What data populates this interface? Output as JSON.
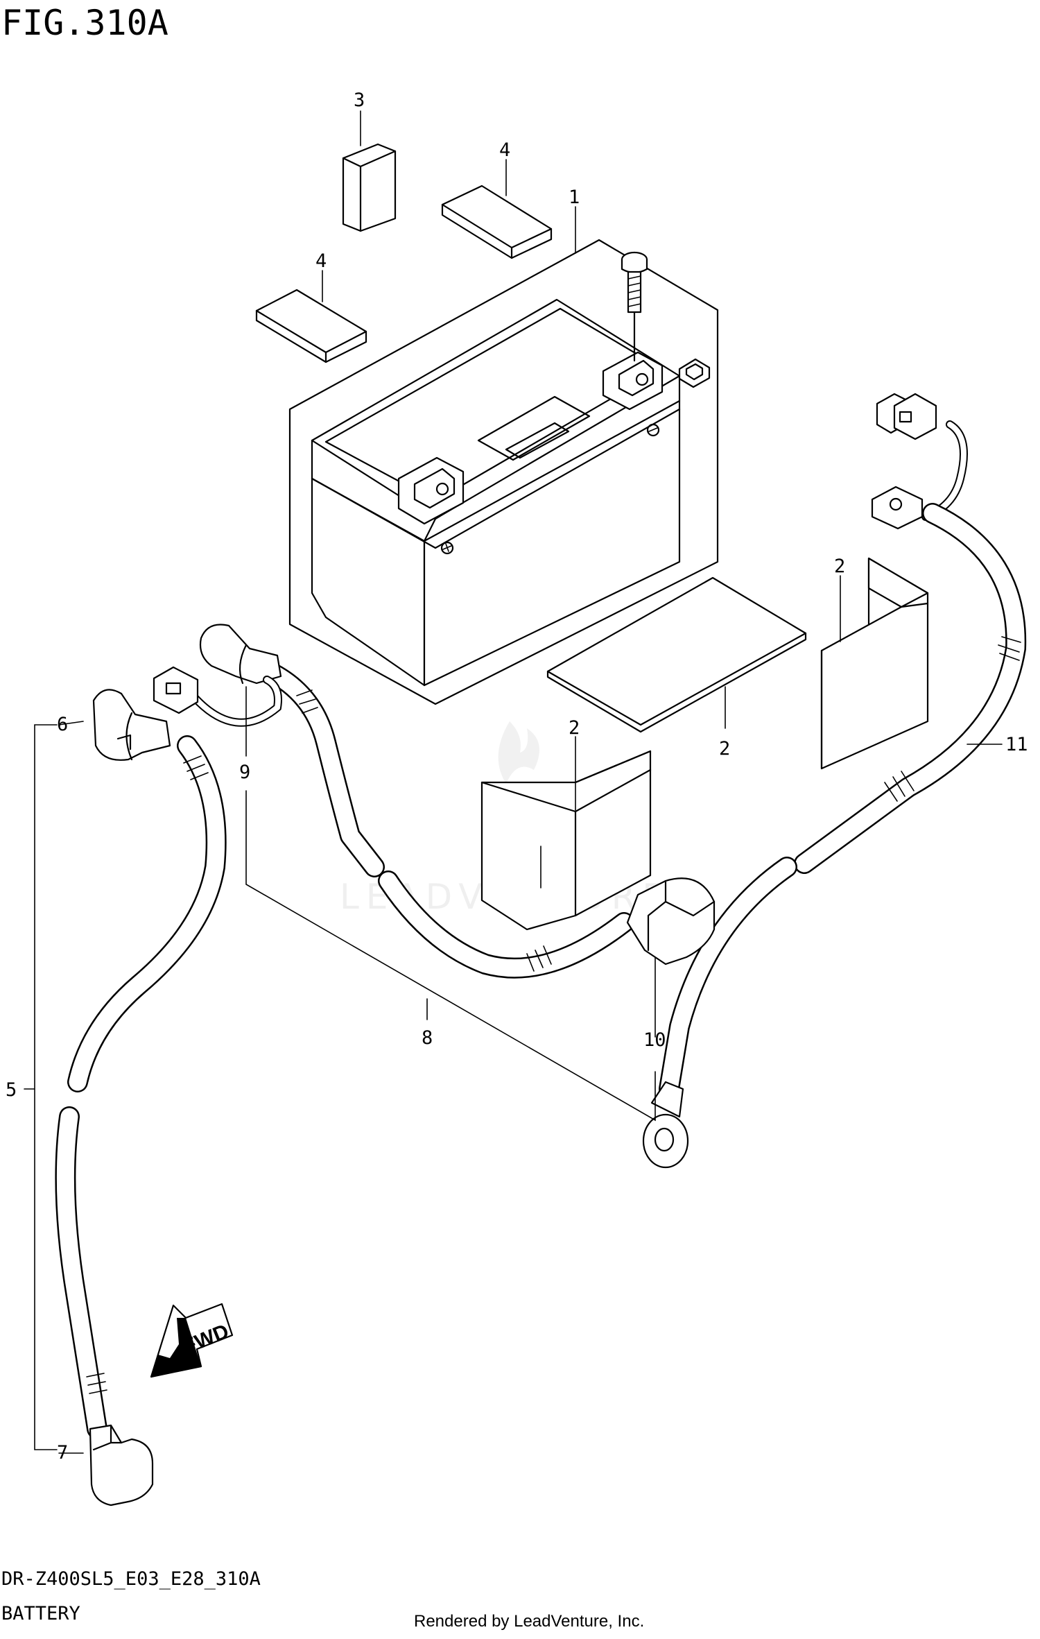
{
  "figure": {
    "title": "FIG.310A",
    "code": "DR-Z400SL5_E03_E28_310A",
    "name": "BATTERY",
    "credit": "Rendered by LeadVenture, Inc.",
    "watermark": "LEADVENTURE",
    "fwd_label": "FWD"
  },
  "callouts": [
    {
      "id": "c1",
      "text": "1"
    },
    {
      "id": "c2a",
      "text": "2"
    },
    {
      "id": "c2b",
      "text": "2"
    },
    {
      "id": "c2c",
      "text": "2"
    },
    {
      "id": "c3",
      "text": "3"
    },
    {
      "id": "c4a",
      "text": "4"
    },
    {
      "id": "c4b",
      "text": "4"
    },
    {
      "id": "c5",
      "text": "5"
    },
    {
      "id": "c6",
      "text": "6"
    },
    {
      "id": "c7",
      "text": "7"
    },
    {
      "id": "c8",
      "text": "8"
    },
    {
      "id": "c9",
      "text": "9"
    },
    {
      "id": "c10",
      "text": "10"
    },
    {
      "id": "c11",
      "text": "11"
    }
  ]
}
